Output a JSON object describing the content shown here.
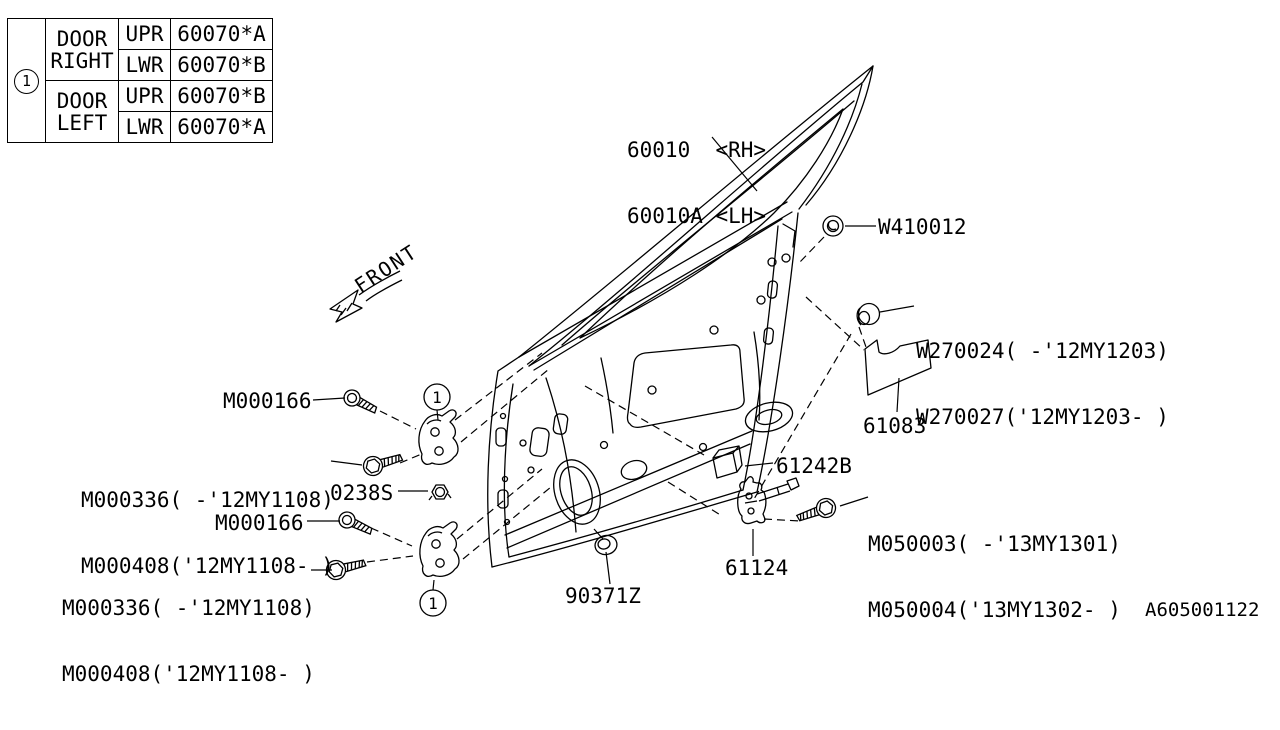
{
  "colors": {
    "line": "#000000",
    "background": "#ffffff"
  },
  "table": {
    "ref": "1",
    "right": {
      "line1": "DOOR",
      "line2": "RIGHT",
      "upr": "UPR",
      "lwr": "LWR",
      "upr_part": "60070*A",
      "lwr_part": "60070*B"
    },
    "left": {
      "line1": "DOOR",
      "line2": "LEFT",
      "upr": "UPR",
      "lwr": "LWR",
      "upr_part": "60070*B",
      "lwr_part": "60070*A"
    }
  },
  "orientation": {
    "front": "FRONT"
  },
  "callout": {
    "hinge_ref": "1"
  },
  "labels": {
    "panel_rh": "60010  <RH>",
    "panel_lh": "60010A <LH>",
    "w410012": "W410012",
    "w270024": "W270024( -'12MY1203)",
    "w270027": "W270027('12MY1203- )",
    "cover_61083": "61083",
    "screw_upper": "M000166",
    "bolt_upper_a": "M000336( -'12MY1108)",
    "bolt_upper_b": "M000408('12MY1108- )",
    "nut_0238s": "0238S",
    "screw_lower": "M000166",
    "bolt_lower_a": "M000336( -'12MY1108)",
    "bolt_lower_b": "M000408('12MY1108- )",
    "grommet_90371z": "90371Z",
    "cushion_61242b": "61242B",
    "checker_61124": "61124",
    "bolt_right_a": "M050003( -'13MY1301)",
    "bolt_right_b": "M050004('13MY1302- )"
  },
  "footer": {
    "diagram_code": "A605001122"
  }
}
